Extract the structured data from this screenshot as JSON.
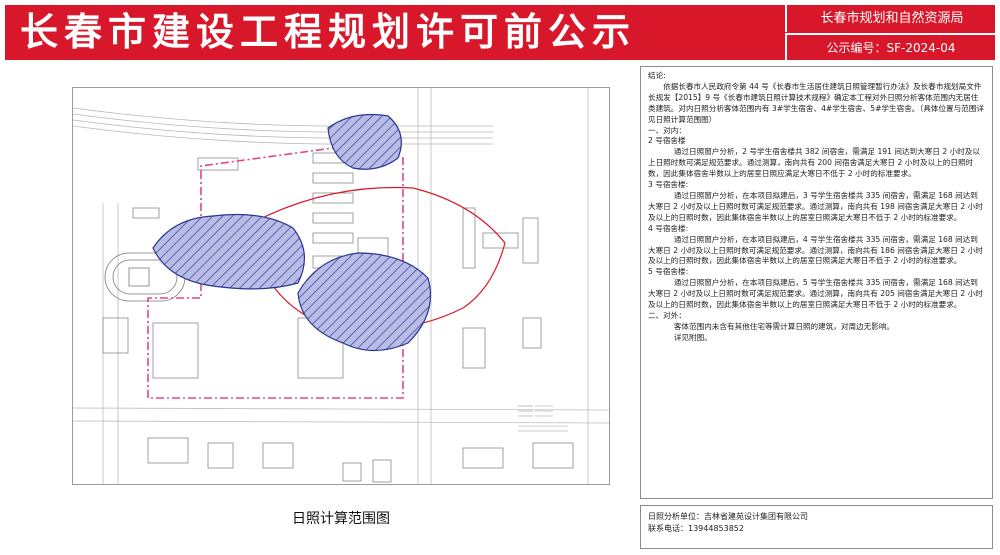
{
  "header": {
    "title": "长春市建设工程规划许可前公示",
    "agency": "长春市规划和自然资源局",
    "notice_no": "公示编号：SF-2024-04"
  },
  "map": {
    "caption": "日照计算范围图",
    "colors": {
      "boundary": "#e0468c",
      "shadow_fill": "#7f86c9",
      "shadow_stroke": "#2a3494",
      "analysis_range": "#d8182a",
      "building": "#8a8a8a"
    }
  },
  "conclusion": {
    "heading": "结论:",
    "intro": "依据长春市人民政府令第 44 号《长春市生活居住建筑日照管理暂行办法》及长春市规划局文件长规发【2015】9 号《长春市建筑日照计算技术规程》确定本工程对外日照分析客体范围内无居住类建筑。对内日照分析客体范围内有 3#学生宿舍、4#学生宿舍、5#学生宿舍。（具体位置与范围详见日照计算范围图）",
    "internal_heading": "一、对内：",
    "items": [
      {
        "heading": "2 号宿舍楼",
        "body": "通过日照窗户分析，2 号学生宿舍楼共 382 间宿舍，需满足 191 间达到大寒日 2 小时及以上日照时数可满足规范要求。通过测算，南向共有 200 间宿舍满足大寒日 2 小时及以上的日照时数，因此集体宿舍半数以上的居室日照应满足大寒日不低于 2 小时的标准要求。"
      },
      {
        "heading": "3 号宿舍楼:",
        "body": "通过日照窗户分析，在本项目拟建后，3 号学生宿舍楼共 335 间宿舍，需满足 168 间达到大寒日 2 小时及以上日照时数可满足规范要求。通过测算，南向共有 198 间宿舍满足大寒日 2 小时及以上的日照时数，因此集体宿舍半数以上的居室日照满足大寒日不低于 2 小时的标准要求。"
      },
      {
        "heading": "4 号宿舍楼:",
        "body": "通过日照窗户分析，在本项目拟建后，4 号学生宿舍楼共 335 间宿舍，需满足 168 间达到大寒日 2 小时及以上日照时数可满足规范要求。通过测算，南向共有 186 间宿舍满足大寒日 2 小时及以上的日照时数，因此集体宿舍半数以上的居室日照满足大寒日不低于 2 小时的标准要求。"
      },
      {
        "heading": "5 号宿舍楼:",
        "body": "通过日照窗户分析，在本项目拟建后，5 号学生宿舍楼共 335 间宿舍，需满足 168 间达到大寒日 2 小时及以上日照时数可满足规范要求。通过测算，南向共有 205 间宿舍满足大寒日 2 小时及以上的日照时数，因此集体宿舍半数以上的居室日照满足大寒日不低于 2 小时的标准要求。"
      }
    ],
    "external_heading": "二、对外：",
    "external_body": "客体范围内未含有其他住宅等需计算日照的建筑，对周边无影响。",
    "see_figure": "详见附图。"
  },
  "info": {
    "unit": "日照分析单位：吉林省建苑设计集团有限公司",
    "phone": "联系电话：13944853852"
  }
}
